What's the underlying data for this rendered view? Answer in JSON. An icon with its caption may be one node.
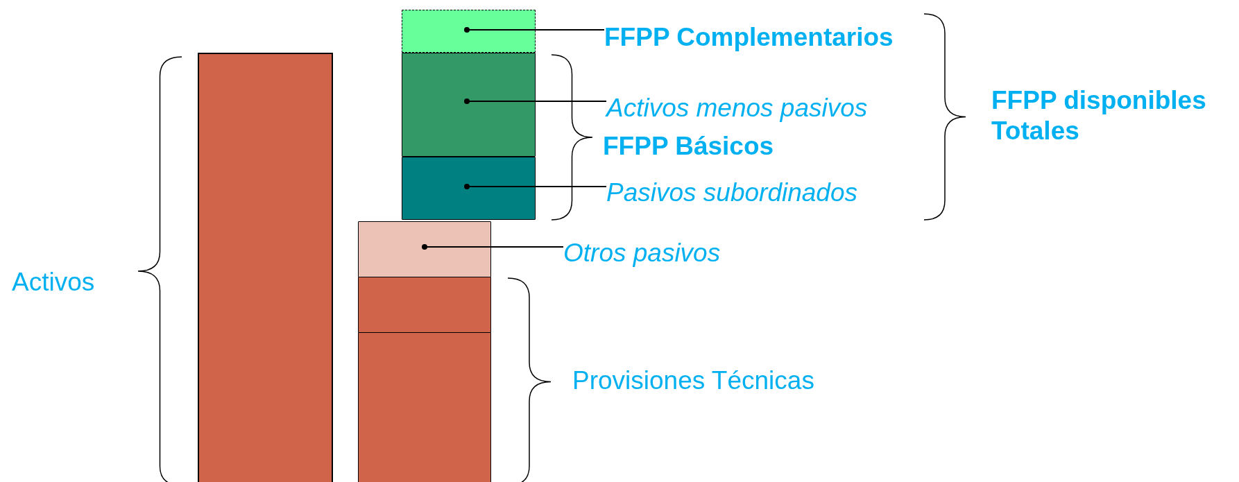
{
  "diagram": {
    "nodes": [
      {
        "text": [],
        "shape": "bar"
      },
      {
        "text": [],
        "shape": "box"
      },
      {
        "text": [],
        "shape": "box"
      },
      {
        "text": [],
        "shape": "box"
      },
      {
        "text": [],
        "shape": "box"
      },
      {
        "text": [],
        "shape": "box"
      },
      {
        "text": [],
        "shape": "box"
      },
      {
        "text": [
          "FFPP Complementarios"
        ]
      },
      {
        "text": [
          "Activos menos pasivos"
        ]
      },
      {
        "text": [
          "Pasivos subordinados"
        ]
      },
      {
        "text": [
          "Otros pasivos"
        ]
      }
    ],
    "edges": [
      {
        "from": 7,
        "to": 1,
        "arrow": "other"
      },
      {
        "from": 8,
        "to": 2,
        "arrow": "other"
      },
      {
        "from": 9,
        "to": 3,
        "arrow": "other"
      },
      {
        "from": 10,
        "to": 4,
        "arrow": "other"
      }
    ],
    "labels": [
      "FFPP disponibles Totales",
      "FFPP Básicos",
      "Activos",
      "Provisiones Técnicas"
    ]
  }
}
